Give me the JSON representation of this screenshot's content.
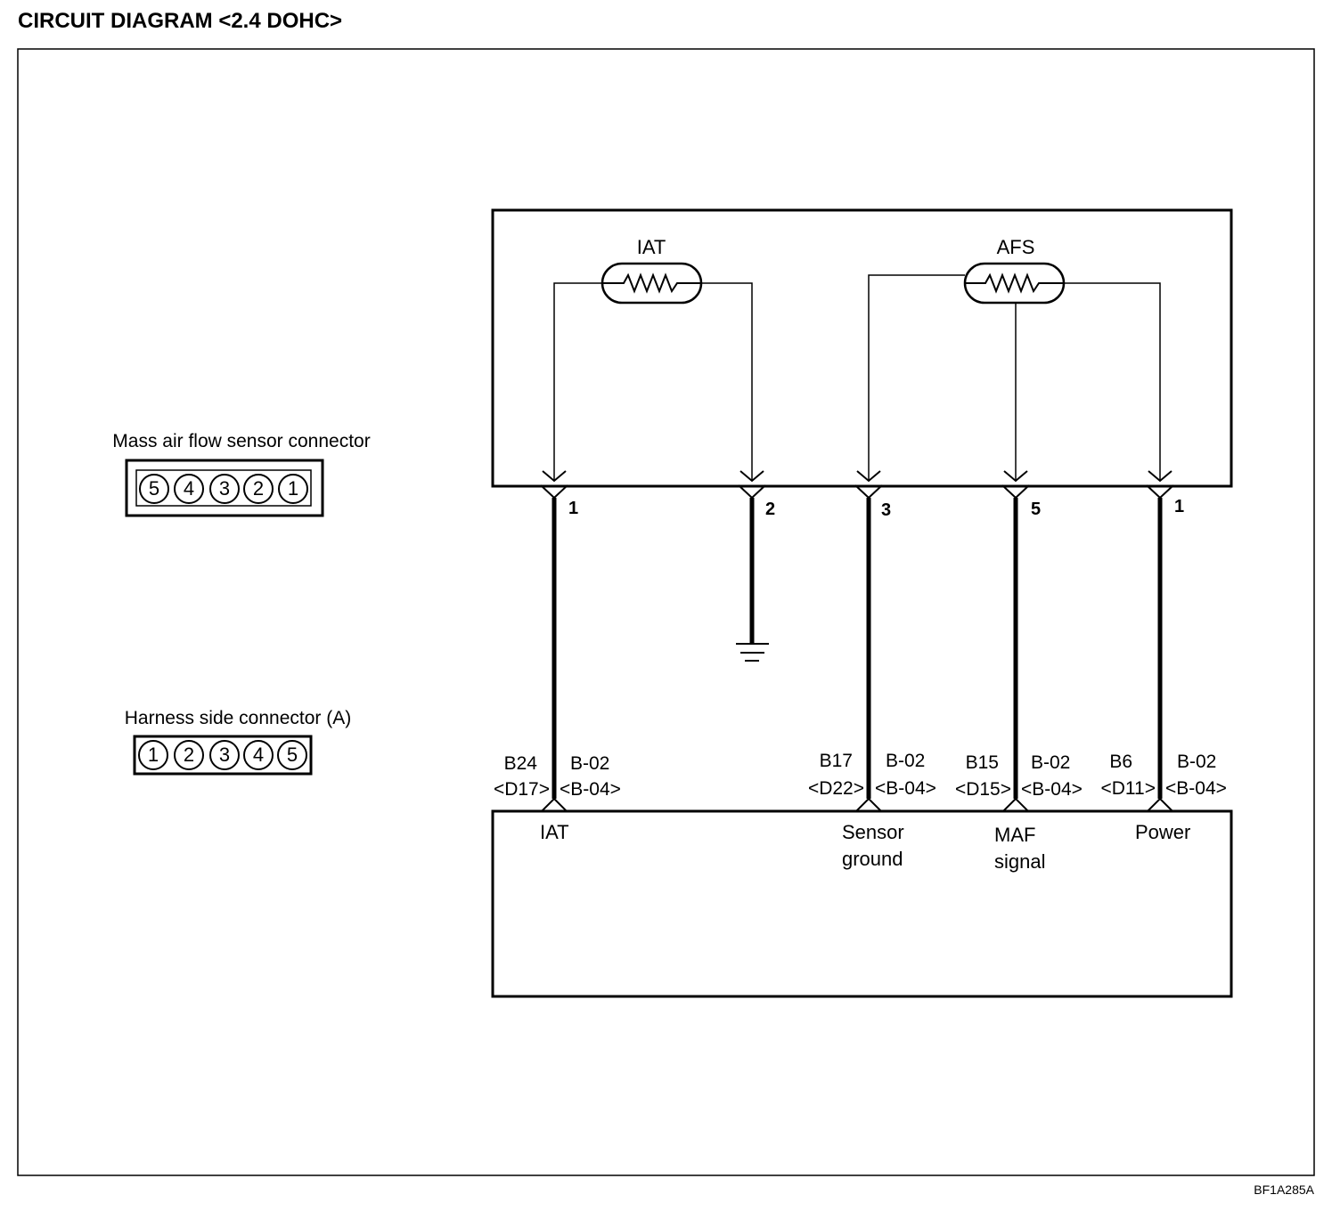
{
  "title": "CIRCUIT DIAGRAM <2.4 DOHC>",
  "figure_code": "BF1A285A",
  "connectors": {
    "sensor": {
      "title": "Mass air flow sensor connector",
      "pins": [
        "5",
        "4",
        "3",
        "2",
        "1"
      ]
    },
    "harness": {
      "title": "Harness side connector (A)",
      "pins": [
        "1",
        "2",
        "3",
        "4",
        "5"
      ]
    }
  },
  "components": {
    "iat": "IAT",
    "afs": "AFS"
  },
  "sensor_pins": [
    "1",
    "2",
    "3",
    "5",
    "1"
  ],
  "ecm_terminals": [
    {
      "pin": "B24",
      "alt_pin": "<D17>",
      "conn": "B-02",
      "alt_conn": "<B-04>",
      "func1": "IAT",
      "func2": ""
    },
    {
      "pin": "B17",
      "alt_pin": "<D22>",
      "conn": "B-02",
      "alt_conn": "<B-04>",
      "func1": "Sensor",
      "func2": "ground"
    },
    {
      "pin": "B15",
      "alt_pin": "<D15>",
      "conn": "B-02",
      "alt_conn": "<B-04>",
      "func1": "MAF",
      "func2": "signal"
    },
    {
      "pin": "B6",
      "alt_pin": "<D11>",
      "conn": "B-02",
      "alt_conn": "<B-04>",
      "func1": "Power",
      "func2": ""
    }
  ]
}
